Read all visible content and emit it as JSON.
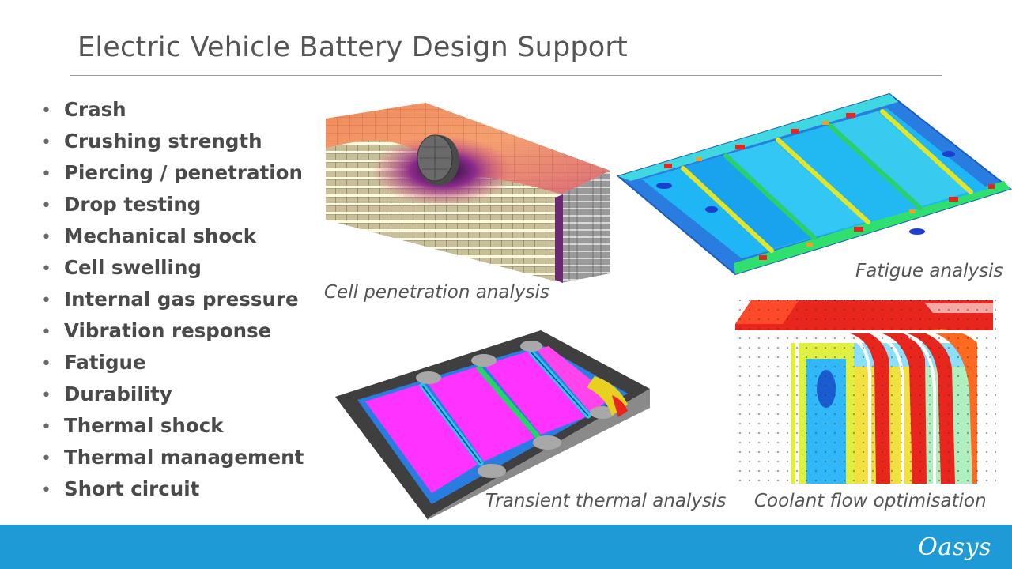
{
  "slide": {
    "title": "Electric Vehicle Battery Design Support",
    "bullets": [
      "Crash",
      "Crushing strength",
      "Piercing / penetration",
      "Drop testing",
      "Mechanical shock",
      "Cell swelling",
      "Internal gas pressure",
      "Vibration response",
      "Fatigue",
      "Durability",
      "Thermal shock",
      "Thermal management",
      "Short circuit"
    ],
    "bullet_symbol": "•"
  },
  "figures": {
    "penetration_caption": "Cell penetration analysis",
    "fatigue_caption": "Fatigue analysis",
    "thermal_caption": "Transient thermal analysis",
    "coolant_caption": "Coolant flow optimisation"
  },
  "footer": {
    "logo": "Oasys"
  },
  "colors": {
    "footer_bar": "#1e9bd7",
    "title_text": "#555555",
    "bullet_text": "#4a4a4a",
    "fea_pink": "#ff33ff",
    "fea_cyan": "#29c6f0",
    "fea_red": "#e8261d",
    "fea_frame": "#3f3f3f"
  }
}
